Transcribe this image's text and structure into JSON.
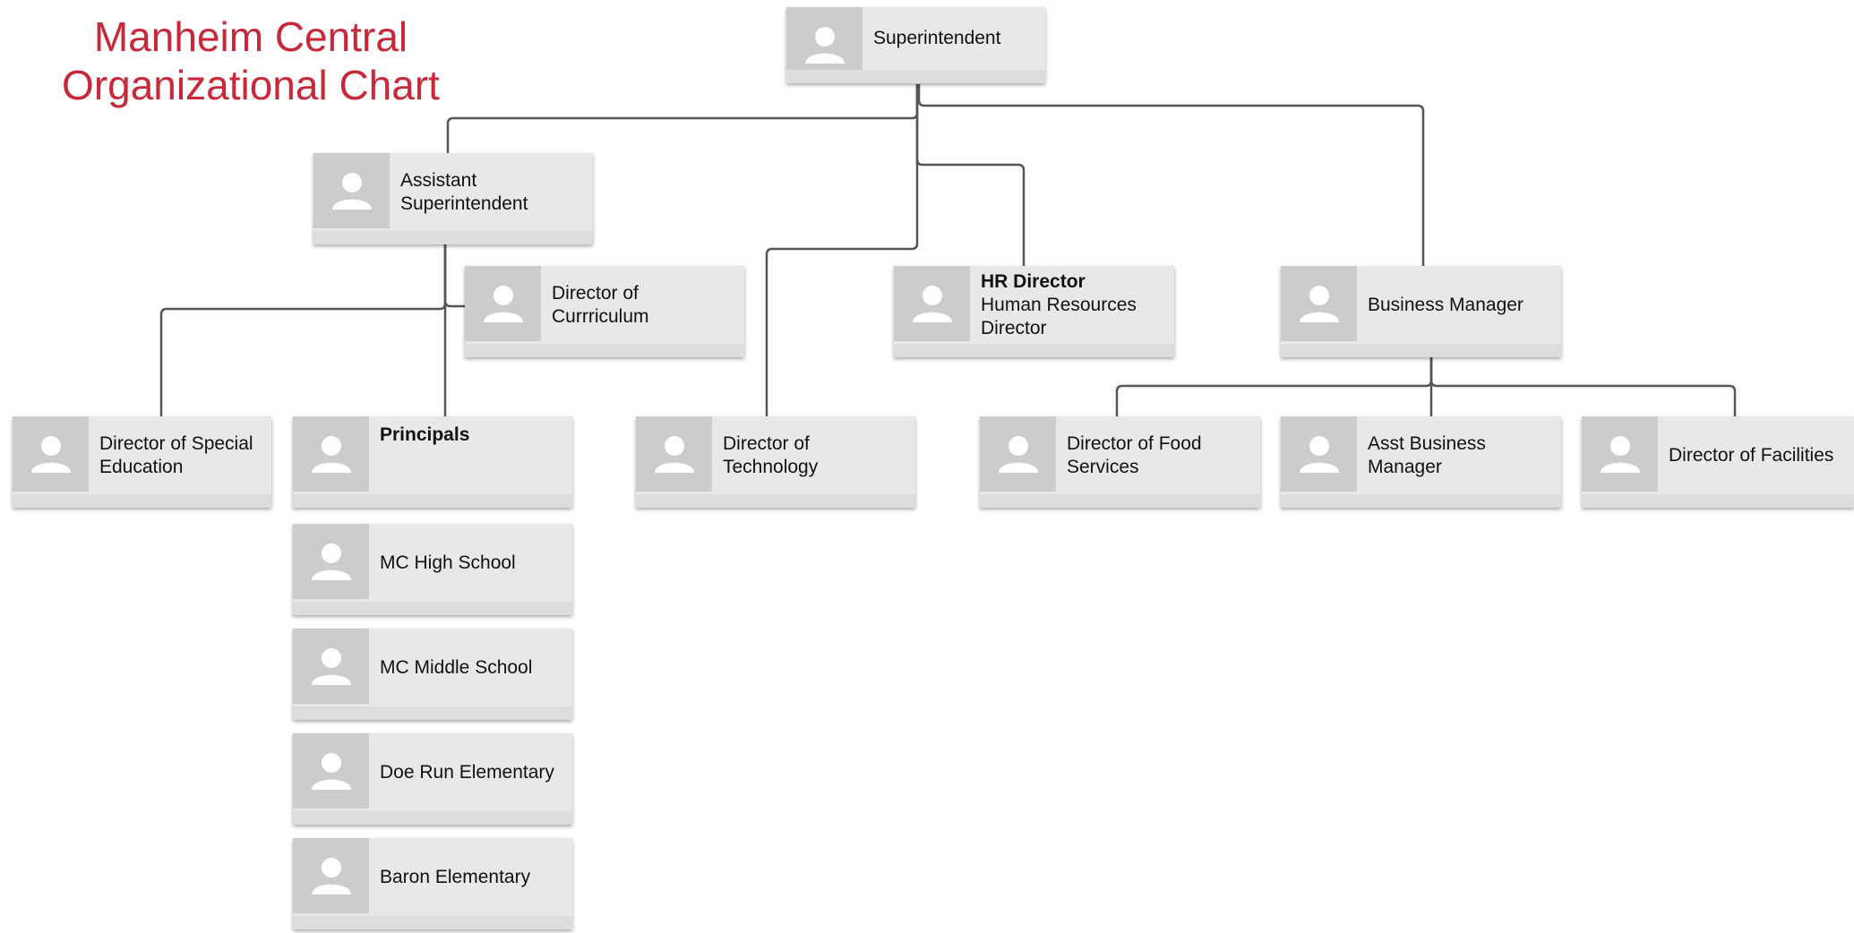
{
  "title": {
    "line1": "Manheim Central",
    "line2": "Organizational Chart"
  },
  "colors": {
    "title": "#c8293a",
    "card": "#e8e8e8",
    "avatar": "#cccccc",
    "connector": "#555555"
  },
  "icons": {
    "person": "person-icon"
  },
  "nodes": {
    "superintendent": {
      "label": "Superintendent"
    },
    "assistant_superintendent": {
      "line1": "Assistant",
      "line2": "Superintendent"
    },
    "director_curriculum": {
      "line1": "Director of",
      "line2": "Currriculum"
    },
    "hr_director": {
      "heading": "HR Director",
      "line1": "Human Resources",
      "line2": "Director"
    },
    "business_manager": {
      "label": "Business Manager"
    },
    "director_special_education": {
      "line1": "Director of Special",
      "line2": "Education"
    },
    "principals": {
      "heading": "Principals"
    },
    "director_technology": {
      "line1": "Director of",
      "line2": "Technology"
    },
    "director_food_services": {
      "line1": "Director of Food",
      "line2": "Services"
    },
    "asst_business_manager": {
      "line1": "Asst Business",
      "line2": "Manager"
    },
    "director_facilities": {
      "label": "Director of Facilities"
    },
    "mc_high_school": {
      "label": "MC High School"
    },
    "mc_middle_school": {
      "label": "MC Middle School"
    },
    "doe_run_elementary": {
      "label": "Doe Run Elementary"
    },
    "baron_elementary": {
      "label": "Baron Elementary"
    }
  }
}
